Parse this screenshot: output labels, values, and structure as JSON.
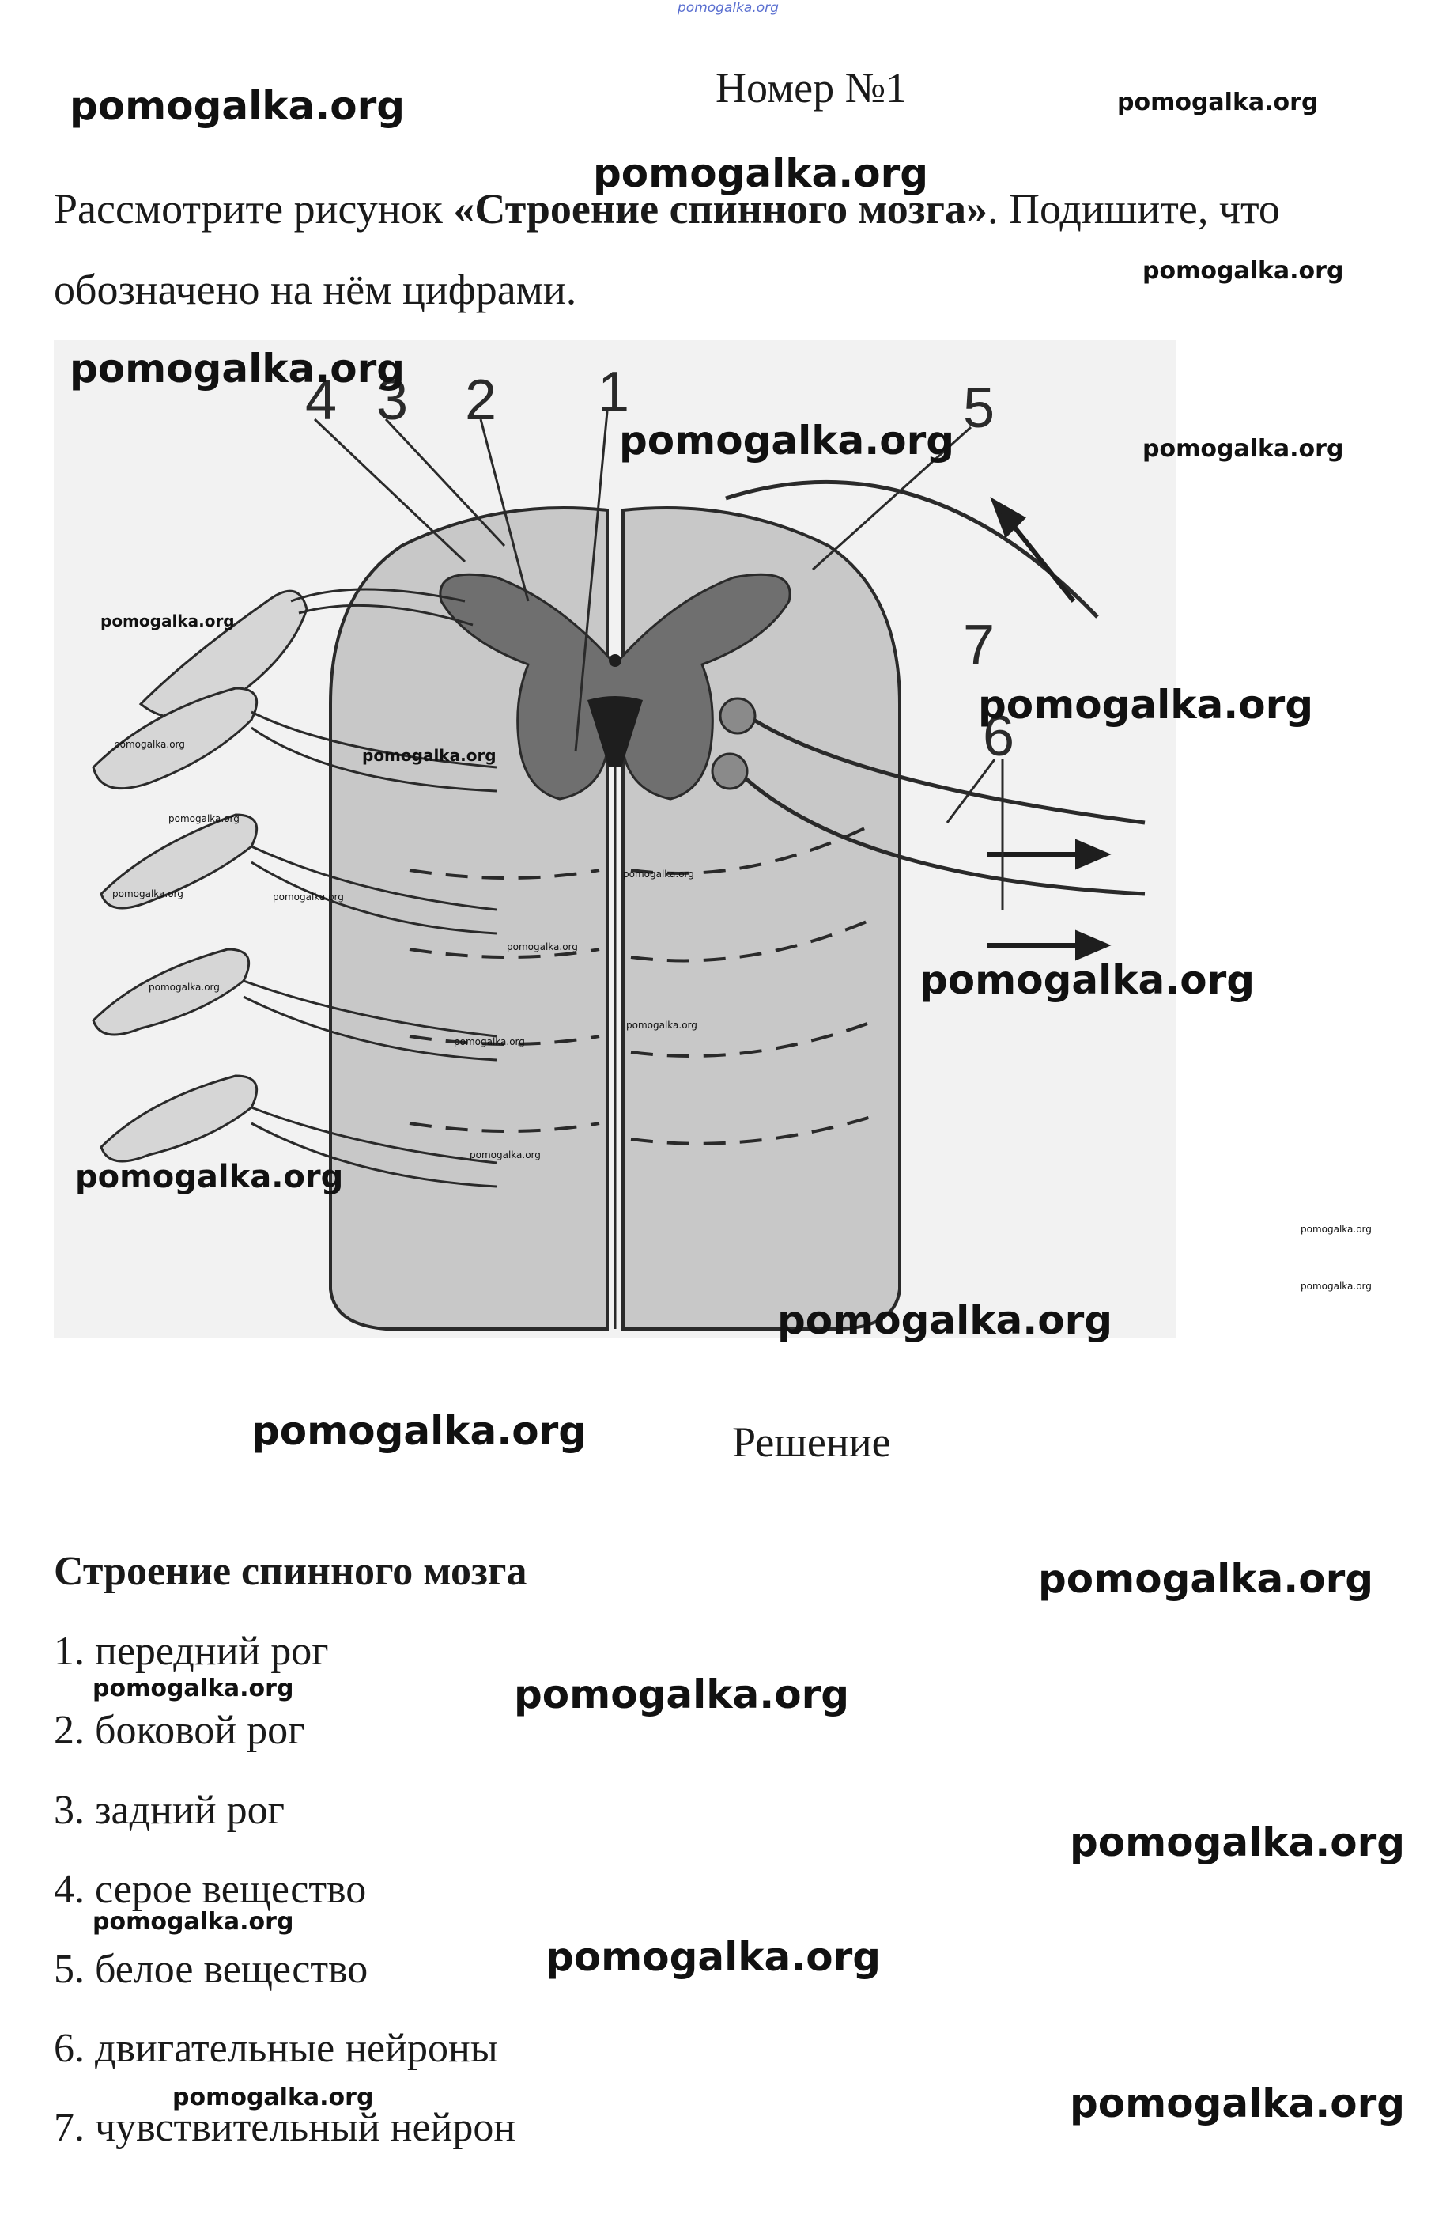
{
  "top_mark": "pomogalka.org",
  "title": "Номер №1",
  "task": {
    "pre": "Рассмотрите рисунок ",
    "bold": "«Строение спинного мозга»",
    "post": ". Подишите, что",
    "line2": "обозначено на нём цифрами."
  },
  "figure": {
    "labels": [
      "1",
      "2",
      "3",
      "4",
      "5",
      "6",
      "7"
    ],
    "colors": {
      "gray_matter": "#6f6f6f",
      "white_matter": "#c8c8c8",
      "background": "#f2f2f2",
      "outline": "#2a2a2a"
    }
  },
  "solution_label": "Решение",
  "answer": {
    "heading": "Строение спинного мозга",
    "items": [
      "1. передний рог",
      "2. боковой рог",
      "3. задний рог",
      "4. серое вещество",
      "5. белое вещество",
      "6. двигательные нейроны",
      "7. чувствительный нейрон"
    ]
  },
  "watermark": "pomogalka.org"
}
